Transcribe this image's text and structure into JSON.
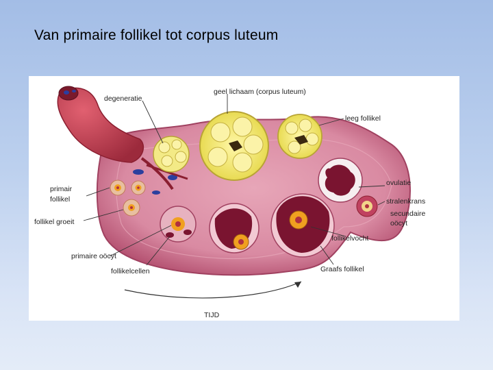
{
  "slide": {
    "title": "Van primaire follikel tot corpus luteum"
  },
  "diagram": {
    "labels": {
      "degeneratie": "degeneratie",
      "geel_lichaam": "geel lichaam (corpus luteum)",
      "leeg_follikel": "leeg follikel",
      "primair_follikel_1": "primair",
      "primair_follikel_2": "follikel",
      "follikel_groeit": "follikel groeit",
      "primaire_oocyt": "primaire oöcyt",
      "follikelcellen": "follikelcellen",
      "ovulatie": "ovulatie",
      "stralenkrans": "stralenkrans",
      "secundaire_oocyt_1": "secundaire",
      "secundaire_oocyt_2": "oöcyt",
      "follikelvocht": "follikelvocht",
      "graafs_follikel": "Graafs follikel",
      "tijd": "TIJD"
    },
    "colors": {
      "ovary": "#c25f7e",
      "ovary_inner": "#d98aa2",
      "vessel": "#b33a4a",
      "corpus_luteum": "#f2ec7a",
      "follicle_dark": "#7a1430",
      "oocyte": "#f0a020"
    }
  }
}
